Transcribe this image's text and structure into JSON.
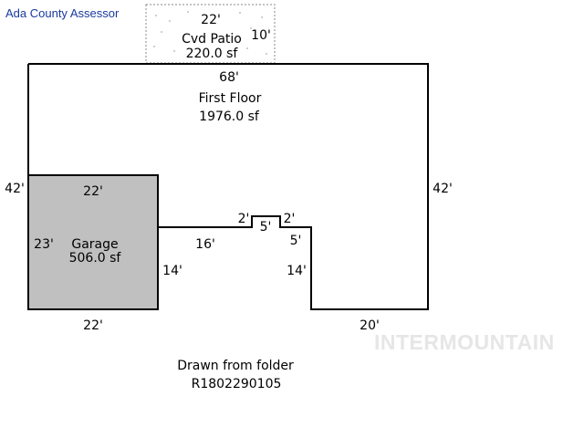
{
  "header": {
    "title": "Ada County Assessor"
  },
  "watermark": {
    "text": "INTERMOUNTAIN"
  },
  "colors": {
    "header_text": "#1a3a9c",
    "garage_fill": "#c0c0c0",
    "outline": "#000000",
    "patio_outline": "#888888"
  },
  "areas": {
    "patio": {
      "name": "Cvd Patio",
      "size": "220.0 sf"
    },
    "first_floor": {
      "name": "First Floor",
      "size": "1976.0 sf"
    },
    "garage": {
      "name": "Garage",
      "size": "506.0 sf"
    }
  },
  "dimensions": {
    "patio_top": "22'",
    "patio_right": "10'",
    "floor_top": "68'",
    "floor_left": "42'",
    "floor_right": "42'",
    "garage_top": "22'",
    "garage_left": "23'",
    "garage_right": "14'",
    "garage_bottom": "22'",
    "notch_run": "16'",
    "notch_left": "2'",
    "notch_top": "5'",
    "notch_right": "2'",
    "notch_down": "5'",
    "floor_inner_right": "14'",
    "floor_bottom": "20'"
  },
  "footer": {
    "line1": "Drawn from folder",
    "line2": "R1802290105"
  }
}
